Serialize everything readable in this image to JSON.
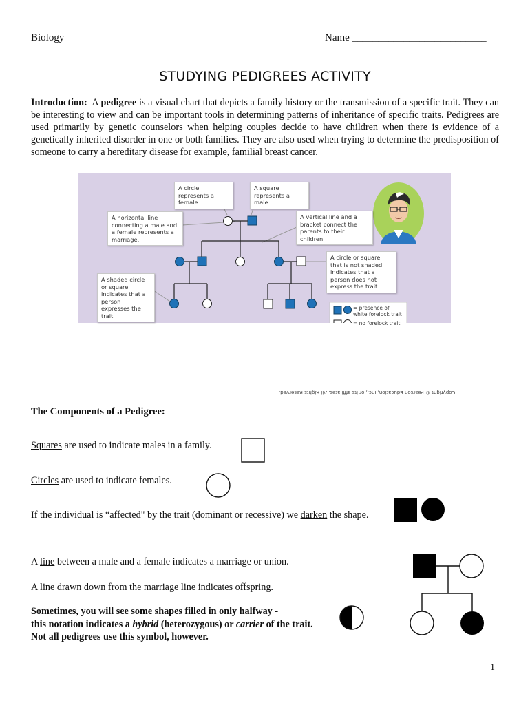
{
  "header": {
    "subject": "Biology",
    "name_label": "Name ",
    "name_blank": "__________________________"
  },
  "title": "STUDYING PEDIGREES ACTIVITY",
  "intro": {
    "label": "Introduction:",
    "pre_term": "A ",
    "term": "pedigree",
    "text": " is a visual chart that depicts a family history or the transmission of a specific trait. They can be interesting to view and can be important tools in determining patterns of inheritance of specific traits.  Pedigrees are used primarily by genetic counselors when helping couples decide to have children when there is evidence of a genetically inherited disorder in one or both families.  They are also used when trying to determine the predisposition of someone to carry a hereditary disease for example, familial breast cancer."
  },
  "figure": {
    "callouts": {
      "circle": "A circle represents a female.",
      "square": "A square represents a male.",
      "horizontal": "A horizontal line connecting a male and a female represents a marriage.",
      "vertical": "A vertical line and a bracket connect the parents to their children.",
      "unshaded": "A circle or square that is not shaded indicates that a person does not express the trait.",
      "shaded": "A shaded circle or square indicates that a person expresses the trait."
    },
    "legend": {
      "present": "= presence of white forelock trait",
      "absent": "= no forelock trait"
    },
    "colors": {
      "background": "#d9d0e6",
      "affected": "#1f72b8"
    },
    "copyright": "Copyright © Pearson Education, Inc., or its affiliates. All Rights Reserved."
  },
  "components": {
    "heading": "The Components of a Pedigree:",
    "squares_term": "Squares",
    "squares_text": " are used to indicate males in a family.",
    "circles_term": "Circles",
    "circles_text": " are used to indicate females.",
    "affected_pre": "If the individual is “affected\" by the trait (dominant or recessive) we ",
    "affected_term": "darken",
    "affected_post": " the shape.",
    "line1_pre": "A ",
    "line1_term": "line",
    "line1_post": " between a male and a female indicates a marriage or union.",
    "line2_pre": "A ",
    "line2_term": "line",
    "line2_post": " drawn down from the marriage line indicates offspring.",
    "half_pre": "Sometimes, you will see some shapes filled in only ",
    "half_term": "halfway",
    "half_post": " -",
    "hybrid_pre": "this notation indicates a ",
    "hybrid_term": "hybrid",
    "hybrid_mid": " (heterozygous) or ",
    "carrier_term": "carrier",
    "hybrid_post": " of the trait.",
    "not_all": "Not all pedigrees use this symbol, however."
  },
  "page_number": "1"
}
